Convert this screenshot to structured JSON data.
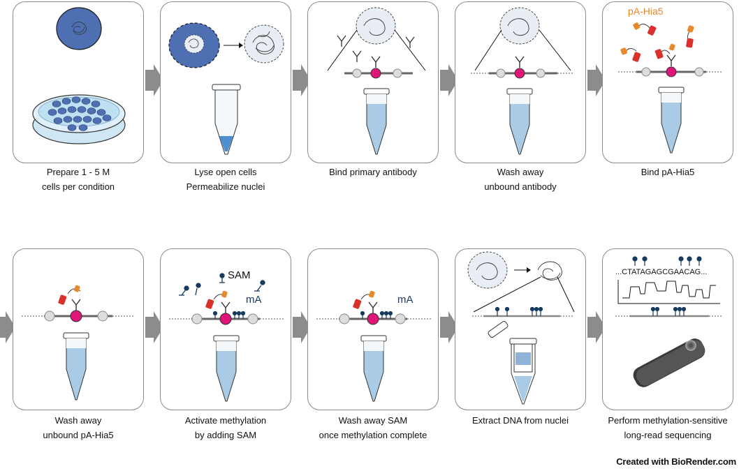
{
  "steps": [
    {
      "line1": "Prepare 1 - 5 M",
      "line2": "cells per condition"
    },
    {
      "line1": "Lyse open cells",
      "line2": "Permeabilize nuclei"
    },
    {
      "line1": "Bind primary antibody",
      "line2": ""
    },
    {
      "line1": "Wash away",
      "line2": "unbound antibody"
    },
    {
      "line1": "Bind pA-Hia5",
      "line2": ""
    },
    {
      "line1": "Wash away",
      "line2": "unbound pA-Hia5"
    },
    {
      "line1": "Activate methylation",
      "line2": "by adding SAM"
    },
    {
      "line1": "Wash away SAM",
      "line2": "once methylation complete"
    },
    {
      "line1": "Extract DNA from nuclei",
      "line2": ""
    },
    {
      "line1": "Perform methylation-sensitive",
      "line2": "long-read sequencing"
    }
  ],
  "labels": {
    "pa_hia5": "pA-Hia5",
    "sam": "SAM",
    "ma_step7": "mA",
    "ma_step8": "mA",
    "sequence": "...CTATAGAGCGAACAG..."
  },
  "credit": "Created with BioRender.com",
  "colors": {
    "nucleus_blue": "#4f6fb3",
    "tube_fill": "#a9cbe6",
    "nucleosome_pink": "#e0157a",
    "pa_orange": "#e8892a",
    "hia5_red": "#d9302b",
    "methyl_navy": "#173a5e",
    "arrow_gray": "#8c8c8c"
  }
}
